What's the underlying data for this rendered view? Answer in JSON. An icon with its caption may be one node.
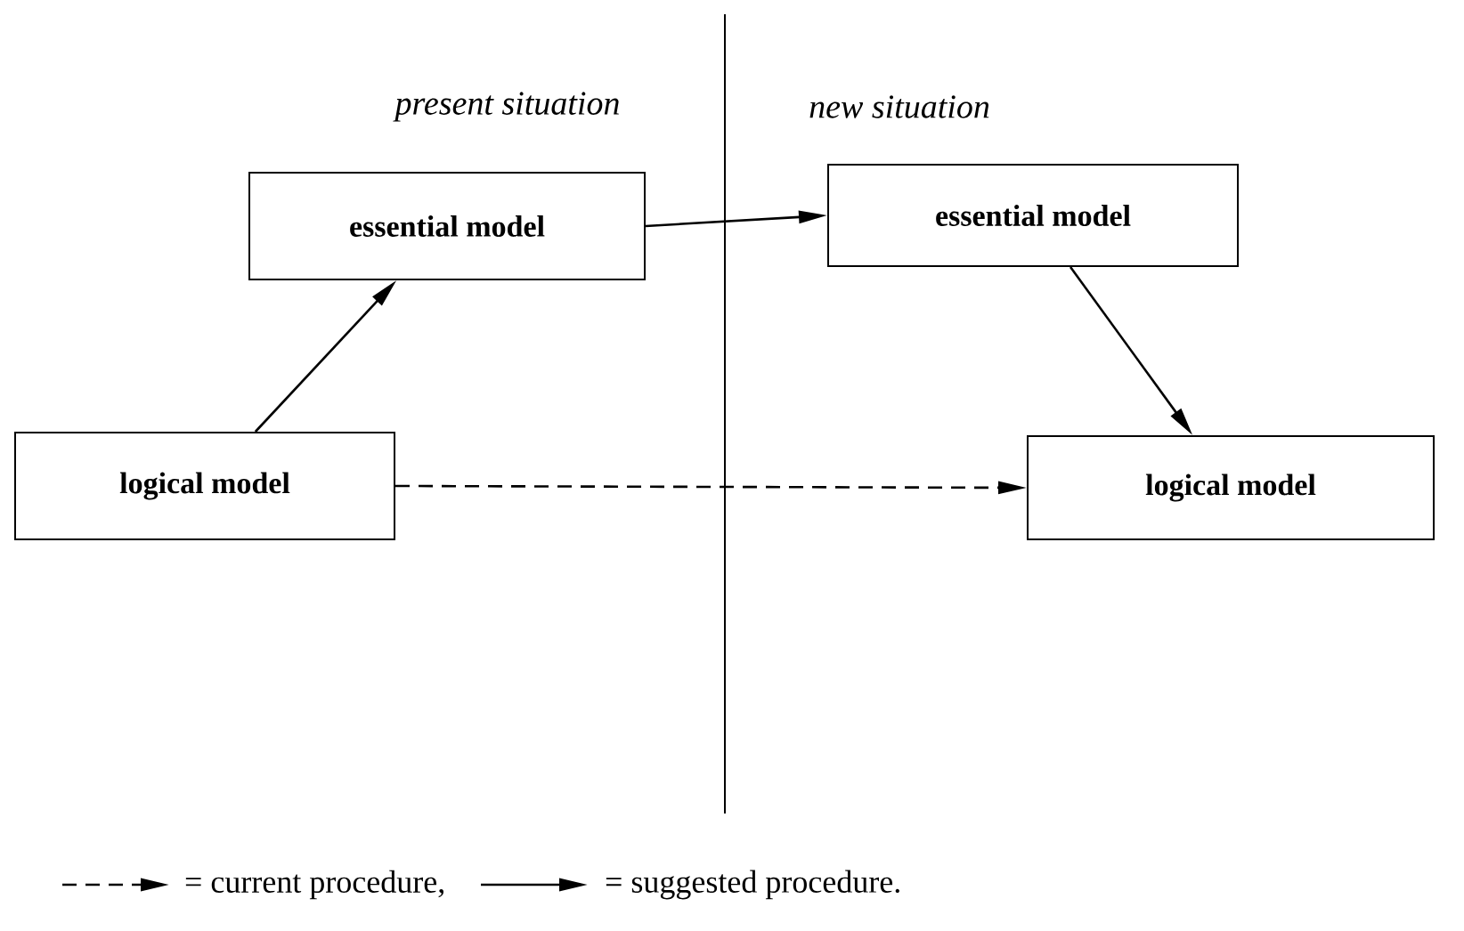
{
  "diagram": {
    "nodes": [
      {
        "text": [
          "essential model"
        ]
      },
      {
        "text": [
          "essential model"
        ]
      },
      {
        "text": [
          "logical model"
        ]
      },
      {
        "text": [
          "logical model"
        ]
      }
    ],
    "edges": [
      {
        "from": 2,
        "to": 0,
        "arrow": "to"
      },
      {
        "from": 0,
        "to": 1,
        "arrow": "to"
      },
      {
        "from": 1,
        "to": 3,
        "arrow": "to"
      },
      {
        "from": 2,
        "to": 3,
        "arrow": "to",
        "style": "dashed"
      }
    ],
    "labels": [
      "present situation",
      "new situation"
    ],
    "legend": [
      {
        "text": "= current procedure,"
      },
      {
        "text": "= suggested procedure."
      }
    ]
  }
}
